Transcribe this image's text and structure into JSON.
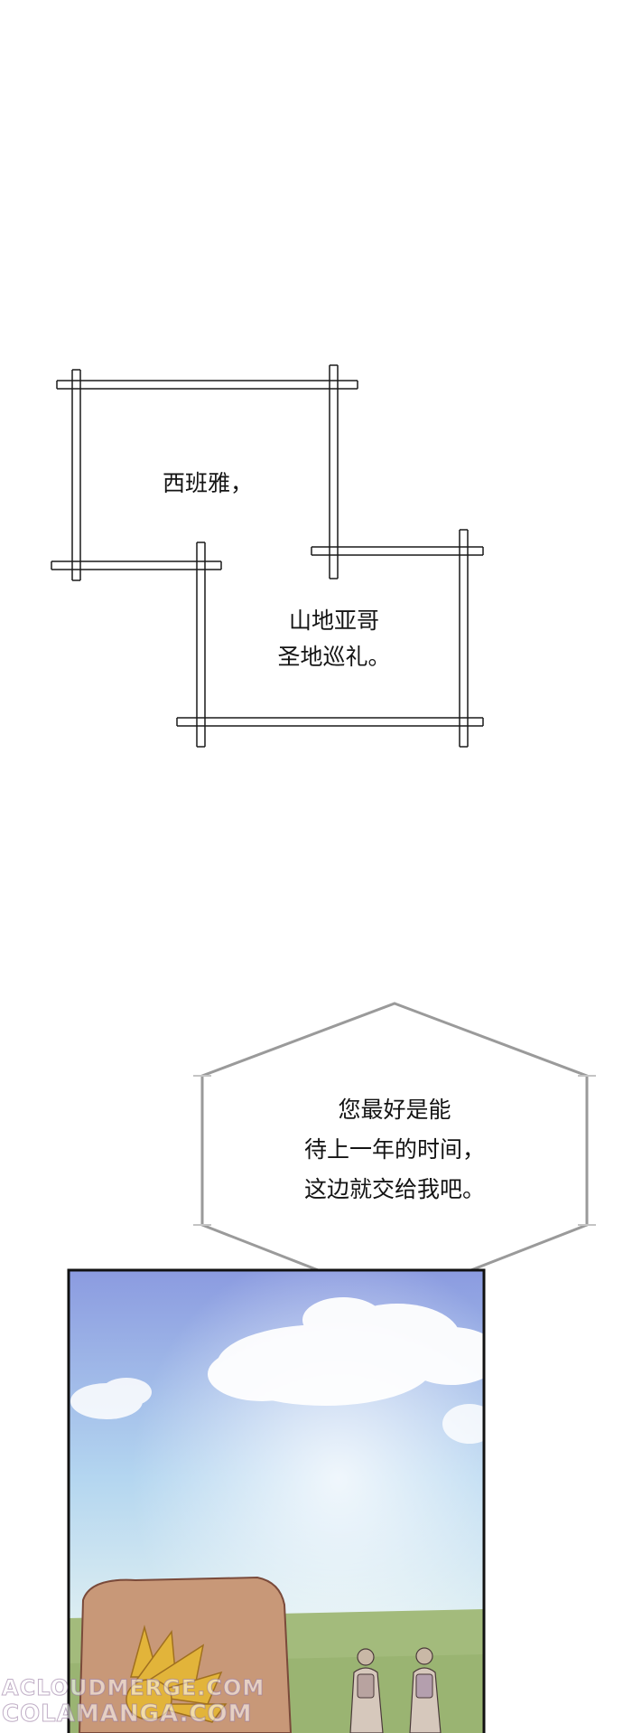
{
  "captions": {
    "box1": "西班雅，",
    "box2_line1": "山地亚哥",
    "box2_line2": "圣地巡礼。"
  },
  "speech_bubble": {
    "line1": "您最好是能",
    "line2": "待上一年的时间，",
    "line3": "这边就交给我吧。"
  },
  "watermark": {
    "line1": "ACLOUDMERGE.COM",
    "line2": "COLAMANGA.COM"
  },
  "colors": {
    "frame_line": "#1a1a1a",
    "sky_top": "#8fa0e0",
    "sky_bottom": "#d8ecf2",
    "grass": "#9fb878",
    "stone": "#c99a7a",
    "scallop_shell": "#e2b43a"
  }
}
